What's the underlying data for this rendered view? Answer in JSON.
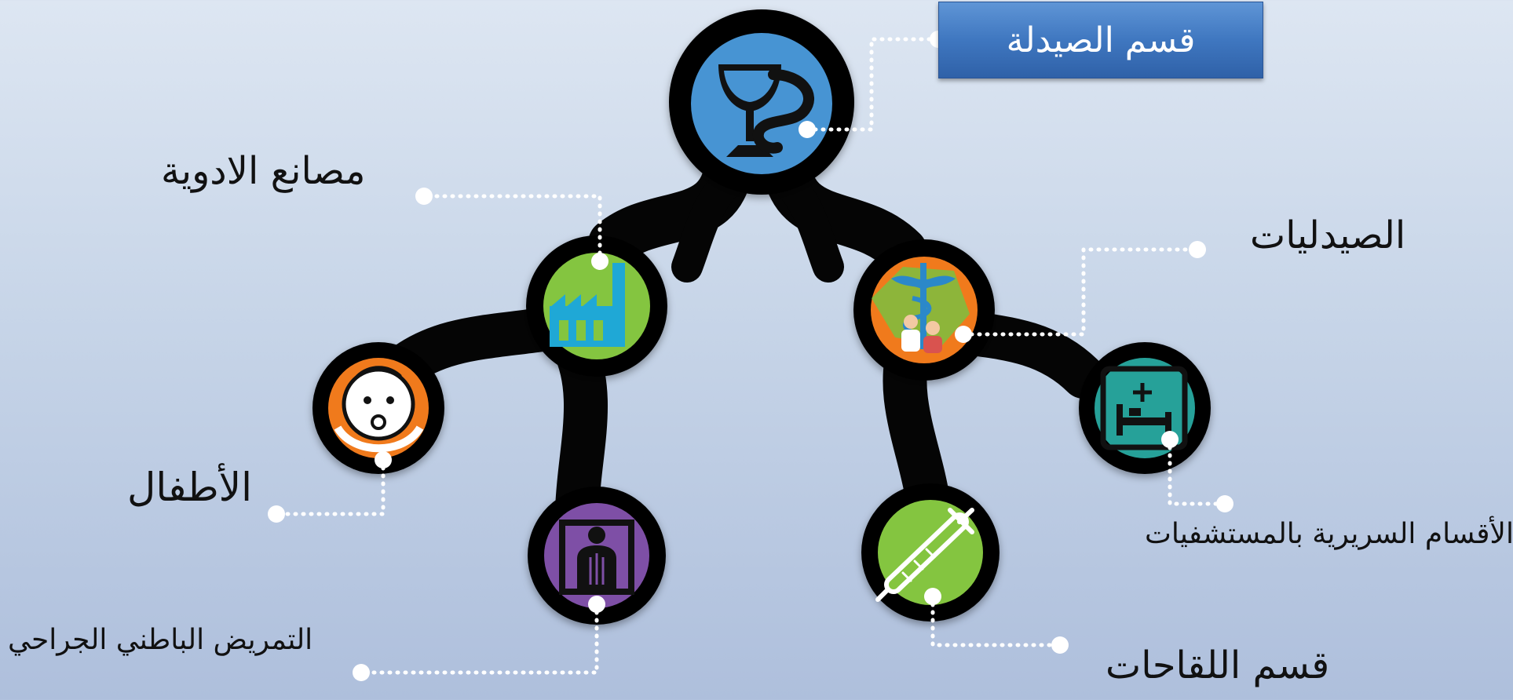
{
  "title": "قسم الصيدلة",
  "nodes": {
    "pharmacy": {
      "icon": "pharmacy-bowl-snake-icon",
      "color": "#4794d3"
    },
    "factories": {
      "label": "مصانع الادوية",
      "icon": "factory-icon",
      "color": "#84c53f"
    },
    "pharmacies": {
      "label": "الصيدليات",
      "icon": "caduceus-doctors-icon",
      "color": "#f07a1f"
    },
    "children": {
      "label": "الأطفال",
      "icon": "baby-face-icon",
      "color": "#f07a1f"
    },
    "nursing": {
      "label": "التمريض الباطني الجراحي",
      "icon": "body-xray-icon",
      "color": "#7e4fa6"
    },
    "vaccines": {
      "label": "قسم اللقاحات",
      "icon": "syringe-icon",
      "color": "#84c53f"
    },
    "clinical": {
      "label": "الأقسام السريرية بالمستشفيات",
      "icon": "hospital-bed-icon",
      "color": "#27a199"
    }
  }
}
